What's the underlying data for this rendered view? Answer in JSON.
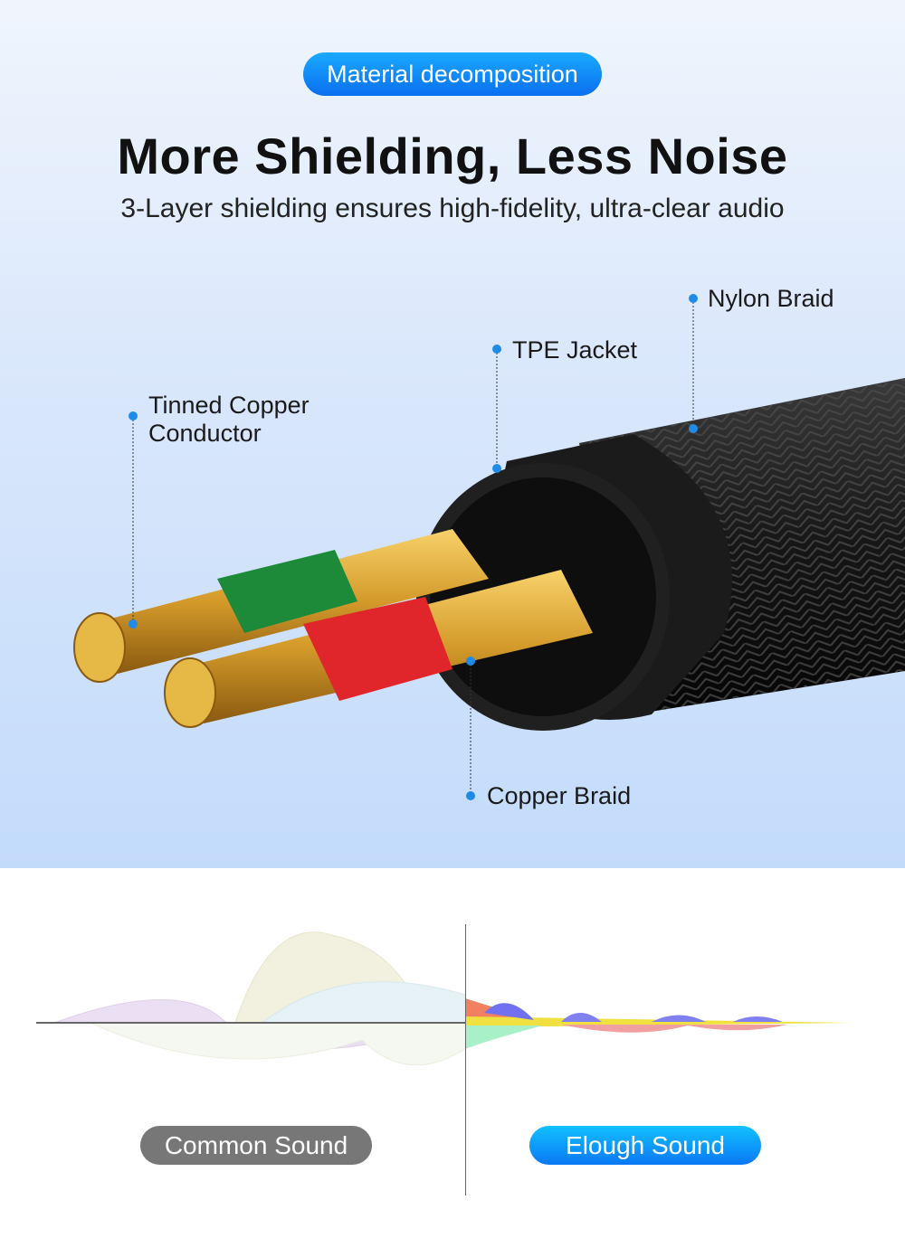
{
  "header": {
    "badge": "Material decomposition",
    "title": "More Shielding, Less Noise",
    "subtitle": "3-Layer shielding ensures high-fidelity, ultra-clear audio"
  },
  "labels": {
    "nylon_braid": "Nylon Braid",
    "tpe_jacket": "TPE Jacket",
    "tinned_copper_line1": "Tinned Copper",
    "tinned_copper_line2": "Conductor",
    "copper_braid": "Copper Braid"
  },
  "comparison": {
    "common": "Common Sound",
    "elough": "Elough Sound"
  },
  "colors": {
    "accent": "#0a78f5",
    "dot": "#1e8ce6"
  }
}
